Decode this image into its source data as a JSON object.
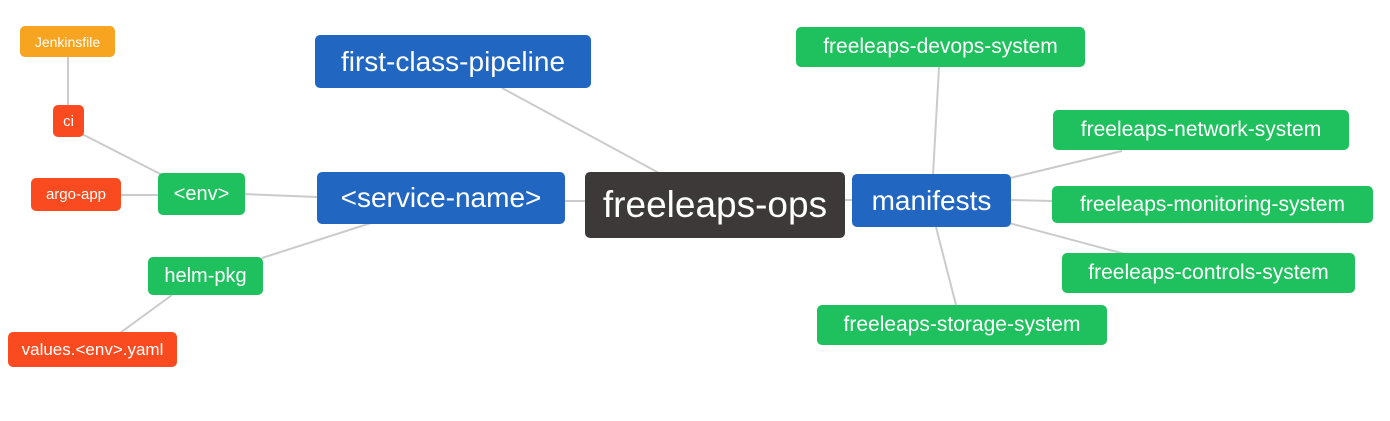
{
  "palette": {
    "root_bg": "#3d3939",
    "branch_bg": "#2167c1",
    "group_bg": "#1ec15d",
    "leaf_bg": "#f94b1f",
    "file_bg": "#f7a421",
    "edge_color": "#cbcbcb",
    "text_color": "#ffffff",
    "canvas_bg": "#ffffff"
  },
  "nodes": {
    "root": {
      "label": "freeleaps-ops",
      "role": "root"
    },
    "first_class_pipeline": {
      "label": "first-class-pipeline",
      "role": "branch"
    },
    "service_name": {
      "label": "<service-name>",
      "role": "branch"
    },
    "manifests": {
      "label": "manifests",
      "role": "branch"
    },
    "env": {
      "label": "<env>",
      "role": "group"
    },
    "helm_pkg": {
      "label": "helm-pkg",
      "role": "group"
    },
    "ci": {
      "label": "ci",
      "role": "leaf"
    },
    "argo_app": {
      "label": "argo-app",
      "role": "leaf"
    },
    "jenkinsfile": {
      "label": "Jenkinsfile",
      "role": "file"
    },
    "values_env_yaml": {
      "label": "values.<env>.yaml",
      "role": "leaf"
    },
    "devops_system": {
      "label": "freeleaps-devops-system",
      "role": "group"
    },
    "network_system": {
      "label": "freeleaps-network-system",
      "role": "group"
    },
    "monitoring_system": {
      "label": "freeleaps-monitoring-system",
      "role": "group"
    },
    "controls_system": {
      "label": "freeleaps-controls-system",
      "role": "group"
    },
    "storage_system": {
      "label": "freeleaps-storage-system",
      "role": "group"
    }
  },
  "edges": [
    {
      "from": "jenkinsfile",
      "to": "ci"
    },
    {
      "from": "ci",
      "to": "env"
    },
    {
      "from": "argo_app",
      "to": "env"
    },
    {
      "from": "env",
      "to": "service_name"
    },
    {
      "from": "helm_pkg",
      "to": "service_name"
    },
    {
      "from": "values_env_yaml",
      "to": "helm_pkg"
    },
    {
      "from": "first_class_pipeline",
      "to": "root"
    },
    {
      "from": "service_name",
      "to": "root"
    },
    {
      "from": "root",
      "to": "manifests"
    },
    {
      "from": "manifests",
      "to": "devops_system"
    },
    {
      "from": "manifests",
      "to": "network_system"
    },
    {
      "from": "manifests",
      "to": "monitoring_system"
    },
    {
      "from": "manifests",
      "to": "controls_system"
    },
    {
      "from": "manifests",
      "to": "storage_system"
    }
  ]
}
